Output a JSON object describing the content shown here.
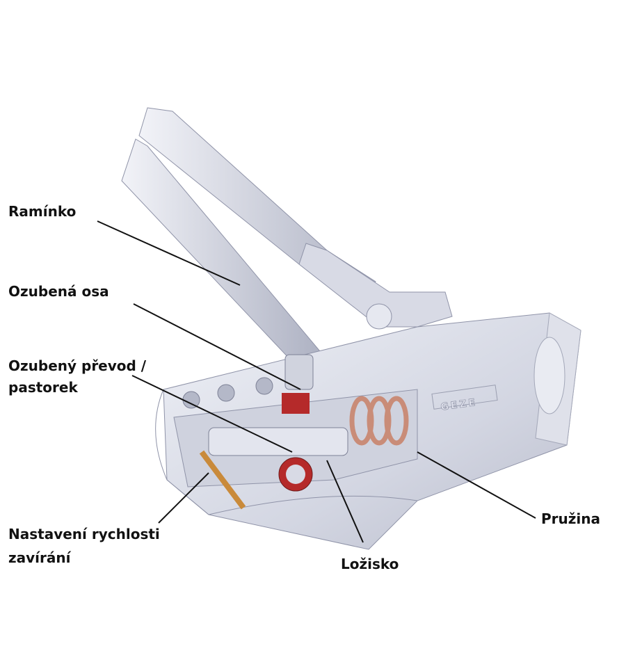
{
  "labels": {
    "arm": "Ramínko",
    "toothed_shaft": "Ozubená osa",
    "gear_line1": "Ozubený převod /",
    "gear_line2": "pastorek",
    "speed_line1": "Nastavení rychlosti",
    "speed_line2": "zavírání",
    "bearing": "Ložisko",
    "spring": "Pružina"
  },
  "brand_logo": "GEZE",
  "colors": {
    "metal": "#c9ccd9",
    "metal_dark": "#8f93a8",
    "spring": "#c98c78",
    "gear_red": "#b52a2a",
    "text": "#111111"
  }
}
